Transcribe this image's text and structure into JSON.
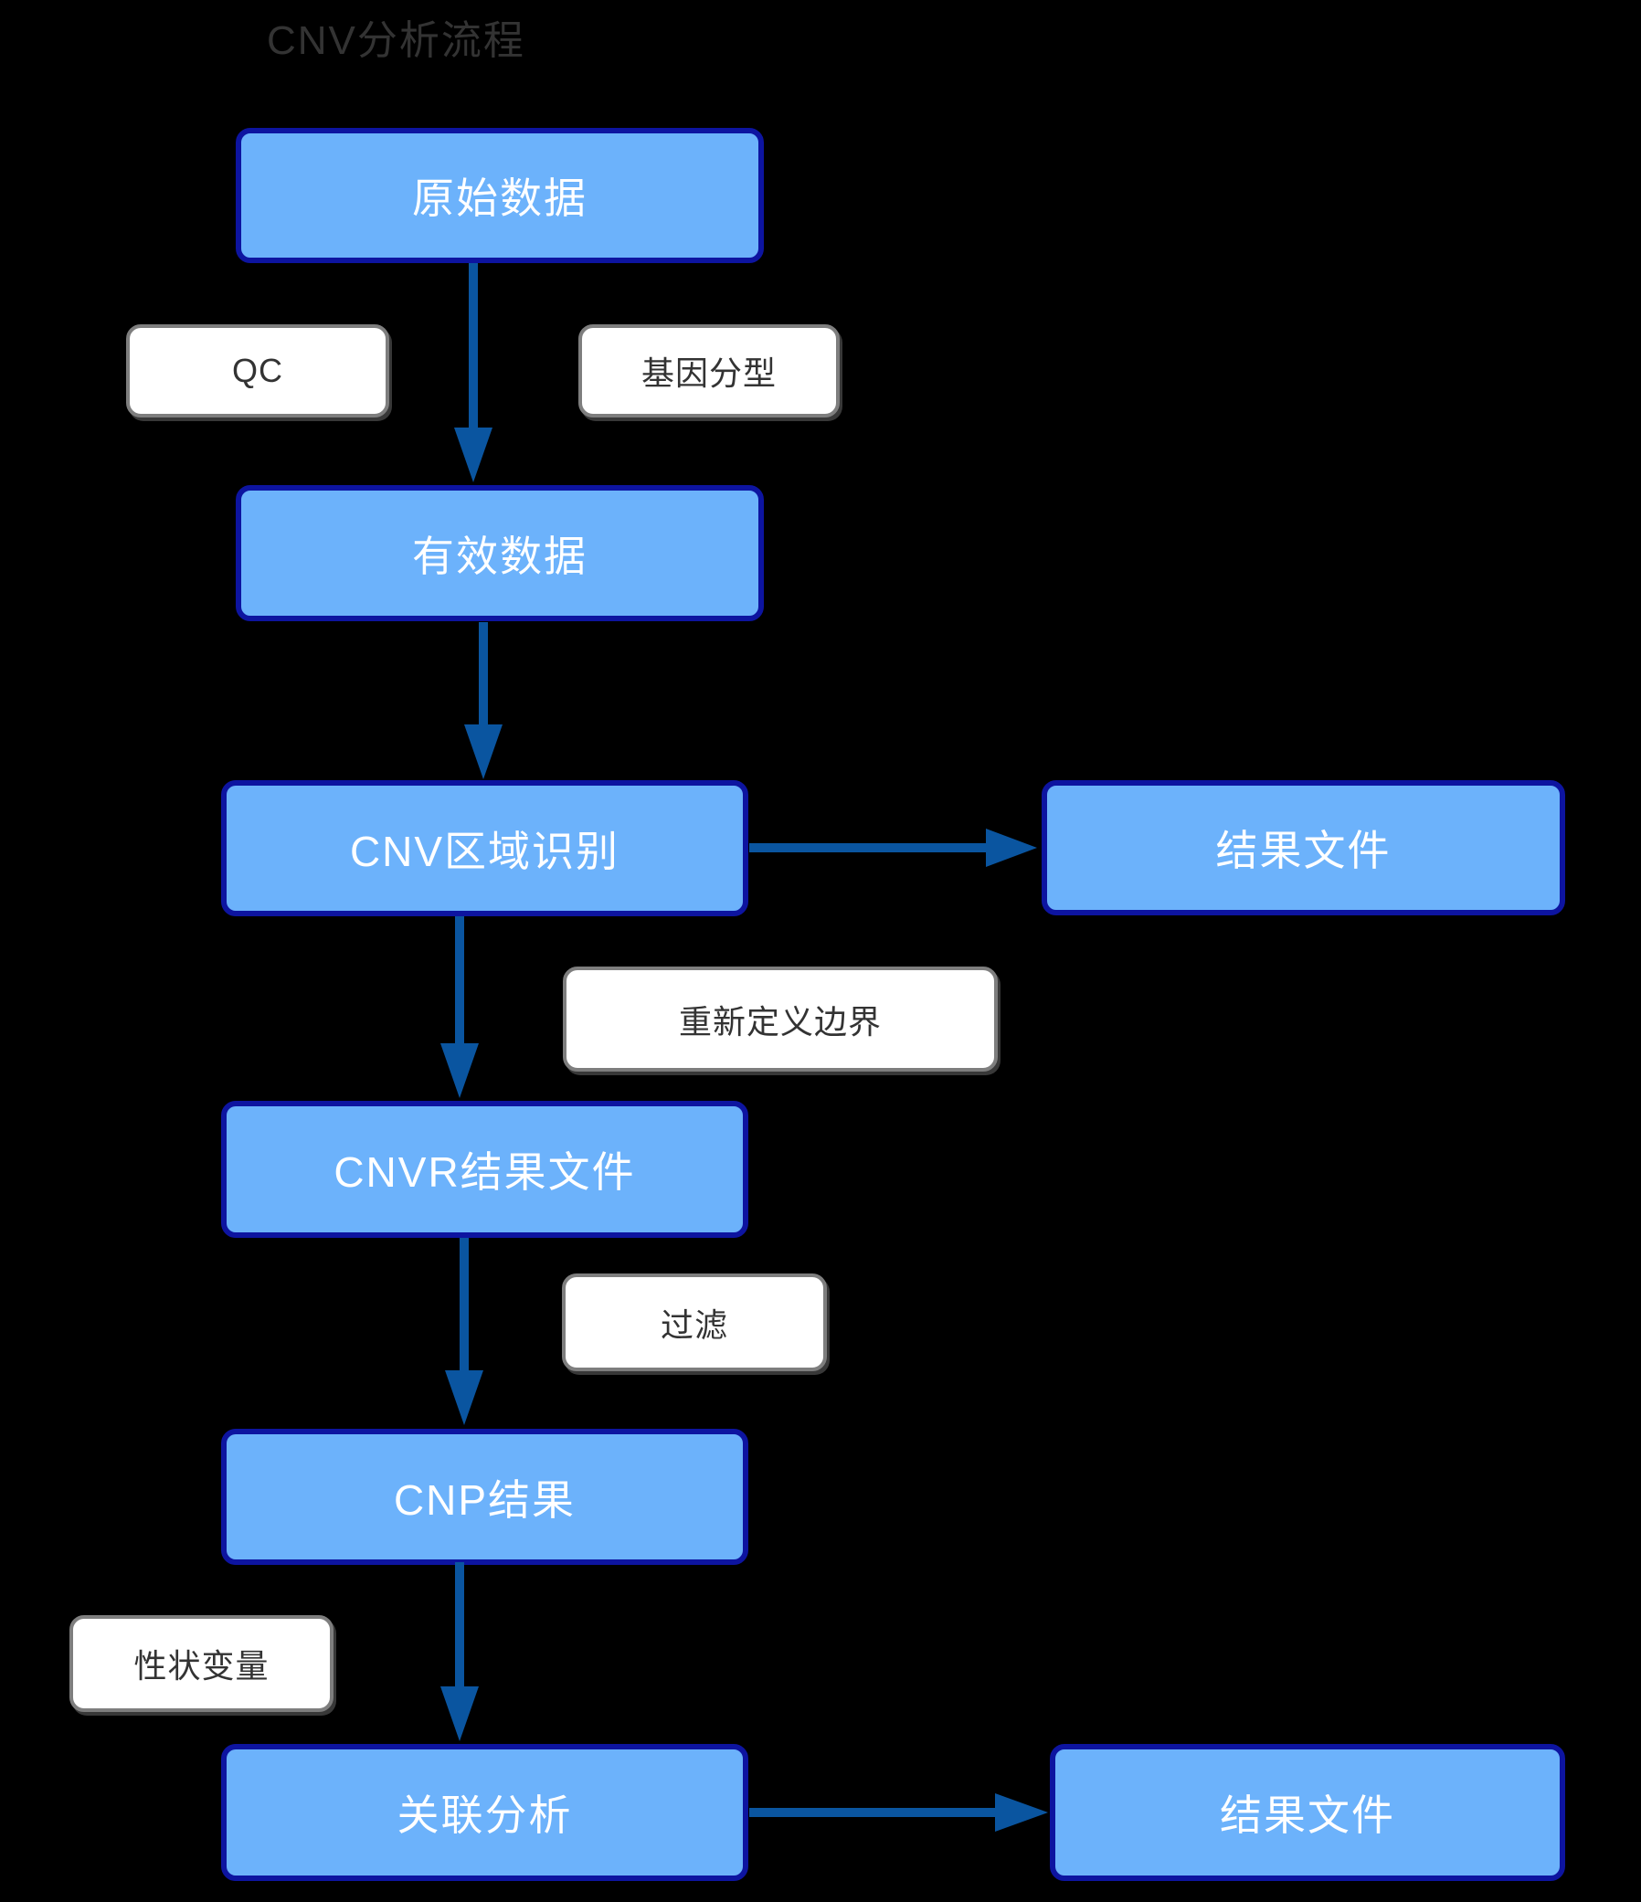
{
  "title": "CNV分析流程",
  "colors": {
    "background": "#000000",
    "node_fill": "#6cb2fb",
    "node_border": "#0d14a0",
    "node_text": "#ffffff",
    "arrow": "#0a55a0",
    "label_fill": "#ffffff",
    "label_border": "#7e7e7e",
    "label_text": "#333333",
    "title_text": "#333333"
  },
  "nodes": [
    {
      "id": "raw-data",
      "label": "原始数据"
    },
    {
      "id": "valid-data",
      "label": "有效数据"
    },
    {
      "id": "cnv-region-identification",
      "label": "CNV区域识别"
    },
    {
      "id": "result-file-top",
      "label": "结果文件"
    },
    {
      "id": "cnvr-result-file",
      "label": "CNVR结果文件"
    },
    {
      "id": "cnp-result",
      "label": "CNP结果"
    },
    {
      "id": "association-analysis",
      "label": "关联分析"
    },
    {
      "id": "result-file-bottom",
      "label": "结果文件"
    }
  ],
  "labels": [
    {
      "id": "qc",
      "label": "QC",
      "annotates": "raw-data → valid-data"
    },
    {
      "id": "genotyping",
      "label": "基因分型",
      "annotates": "raw-data → valid-data"
    },
    {
      "id": "redefine-boundary",
      "label": "重新定义边界",
      "annotates": "cnv-region-identification → cnvr-result-file"
    },
    {
      "id": "filter",
      "label": "过滤",
      "annotates": "cnvr-result-file → cnp-result"
    },
    {
      "id": "trait-variable",
      "label": "性状变量",
      "annotates": "cnp-result → association-analysis"
    }
  ],
  "edges": [
    {
      "from": "raw-data",
      "to": "valid-data",
      "direction": "down"
    },
    {
      "from": "valid-data",
      "to": "cnv-region-identification",
      "direction": "down"
    },
    {
      "from": "cnv-region-identification",
      "to": "result-file-top",
      "direction": "right"
    },
    {
      "from": "cnv-region-identification",
      "to": "cnvr-result-file",
      "direction": "down"
    },
    {
      "from": "cnvr-result-file",
      "to": "cnp-result",
      "direction": "down"
    },
    {
      "from": "cnp-result",
      "to": "association-analysis",
      "direction": "down"
    },
    {
      "from": "association-analysis",
      "to": "result-file-bottom",
      "direction": "right"
    }
  ]
}
